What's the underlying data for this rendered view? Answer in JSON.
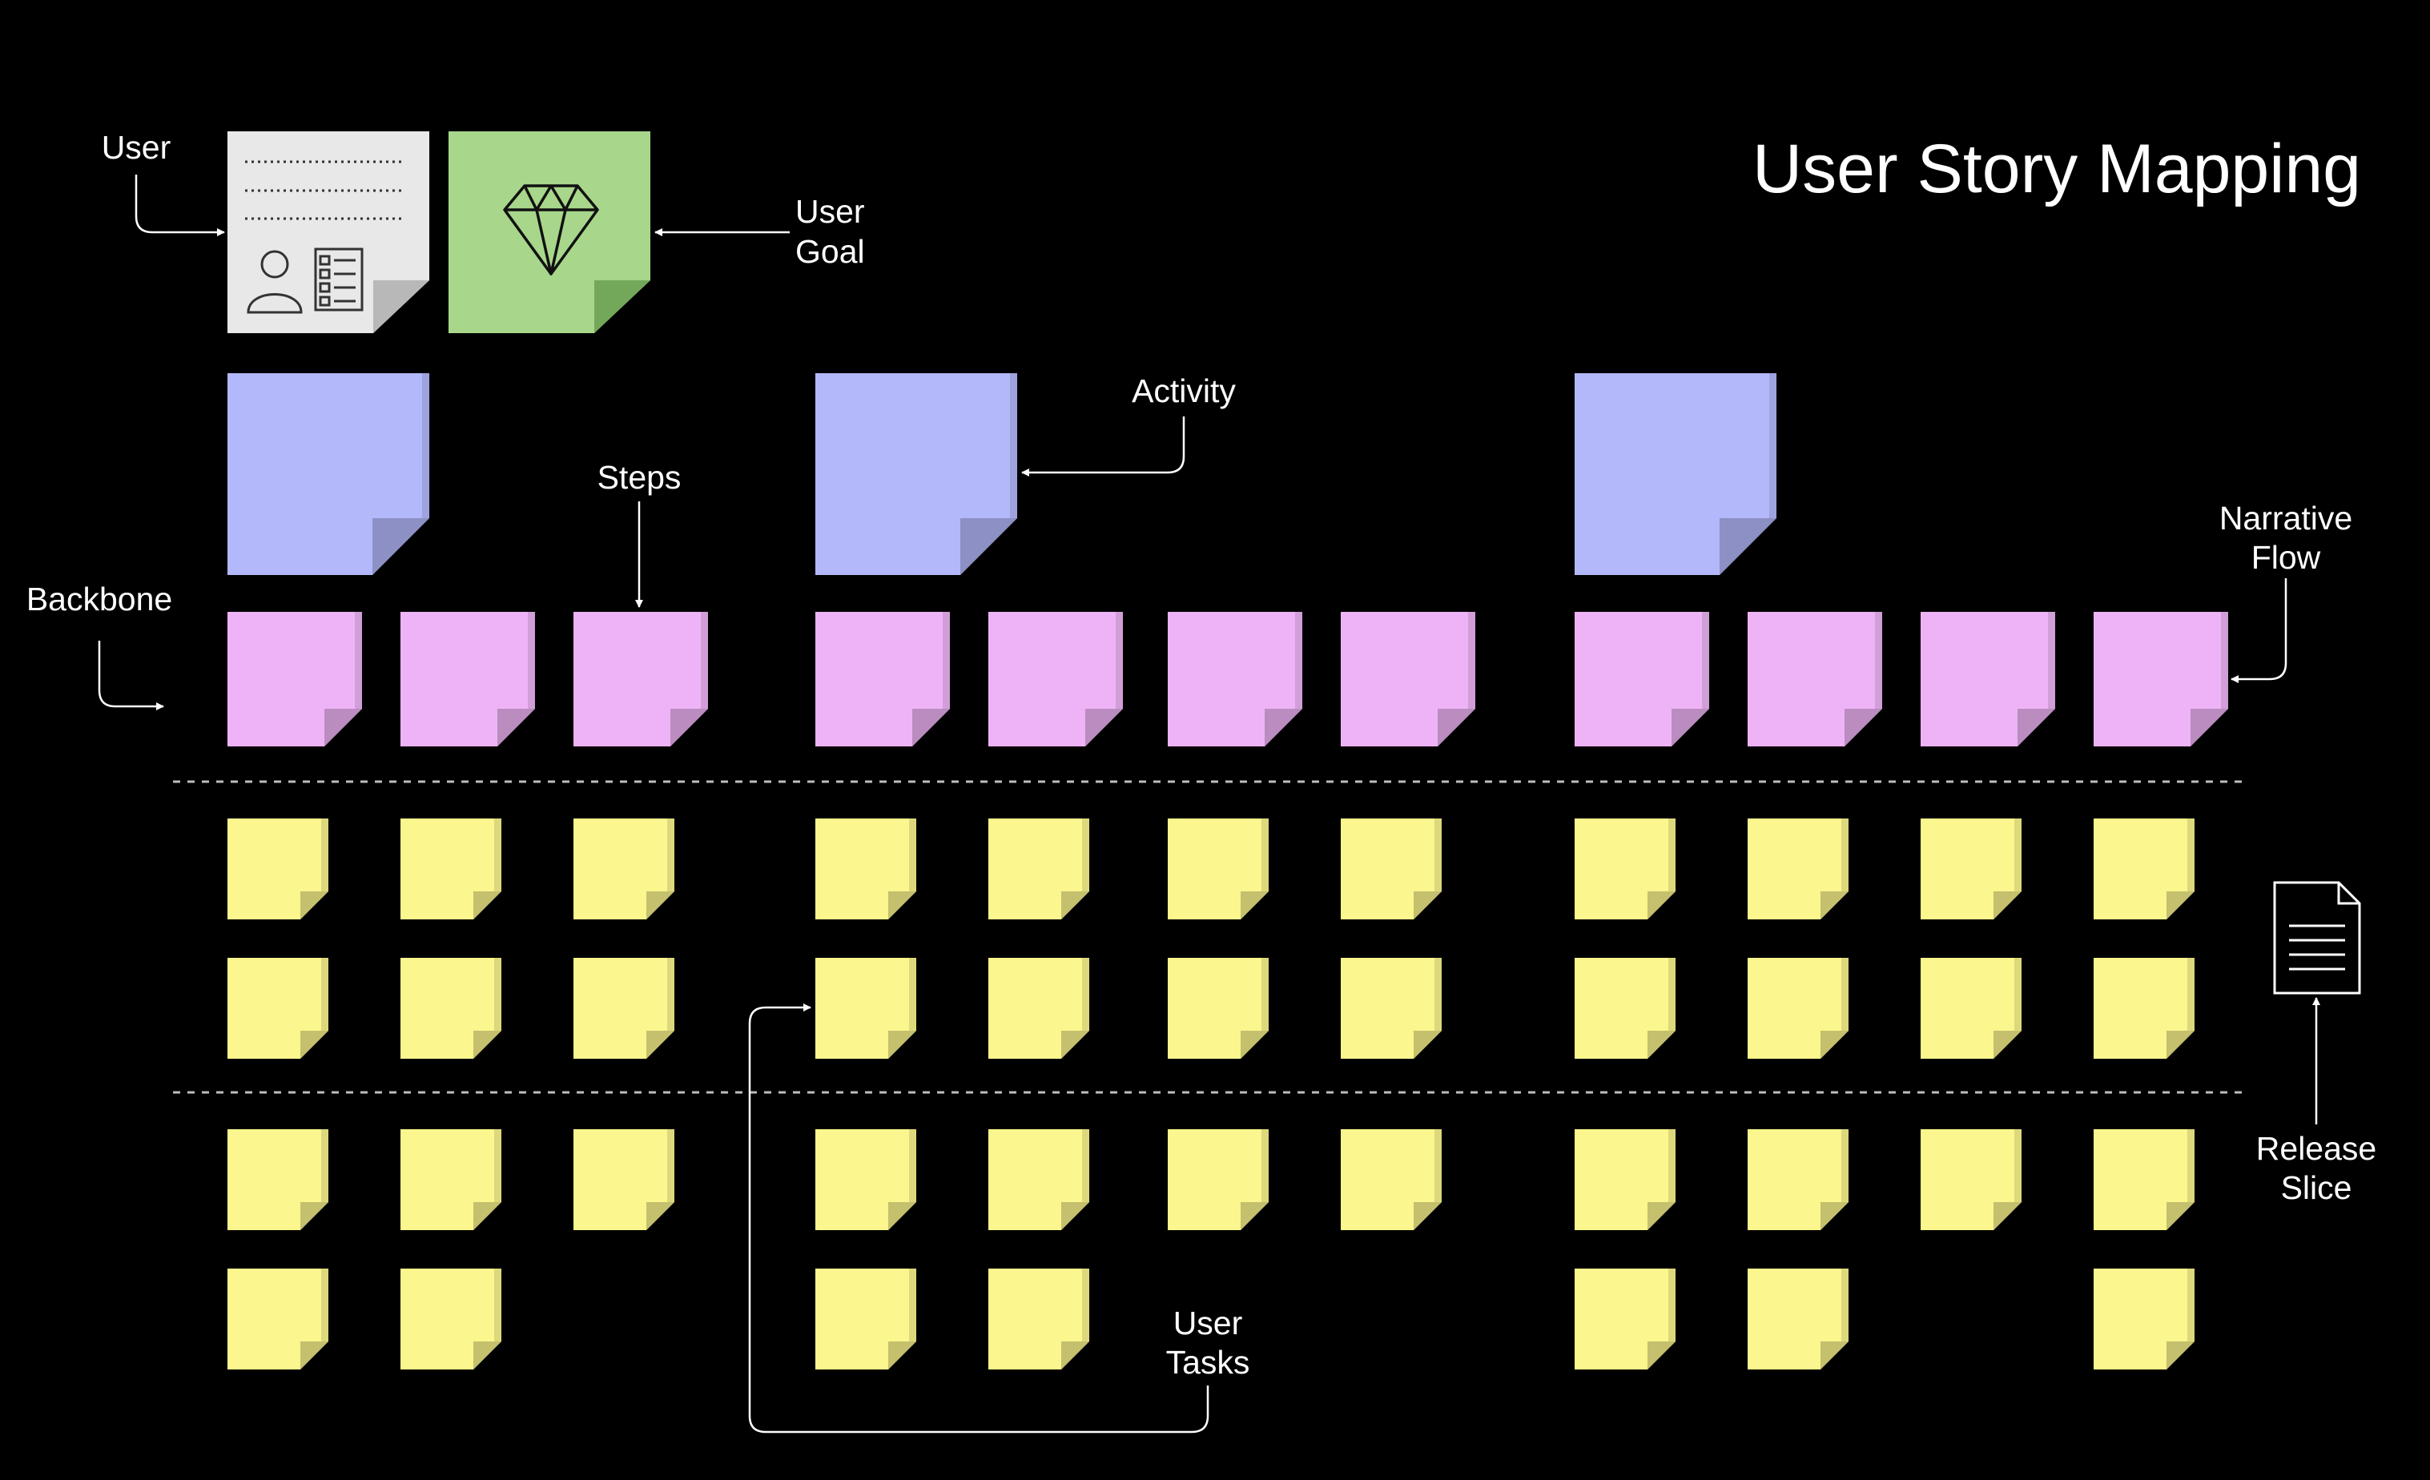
{
  "title": "User Story Mapping",
  "labels": {
    "user": "User",
    "user_goal": [
      "User",
      "Goal"
    ],
    "activity": "Activity",
    "steps": "Steps",
    "backbone": "Backbone",
    "narrative_flow": [
      "Narrative",
      "Flow"
    ],
    "release_slice": [
      "Release",
      "Slice"
    ],
    "user_tasks": [
      "User",
      "Tasks"
    ]
  },
  "colors": {
    "background": "#000000",
    "user_card": "#e8e8e8",
    "goal_card": "#a8d68a",
    "activity_card": "#b3b8fb",
    "step_card": "#eeb3f6",
    "task_card": "#fbf68d"
  },
  "icons": [
    "person-icon",
    "checklist-icon",
    "diamond-icon",
    "document-icon"
  ],
  "activities": [
    {
      "steps": 3,
      "tasks_per_step": [
        4,
        4,
        3
      ]
    },
    {
      "steps": 4,
      "tasks_per_step": [
        4,
        4,
        3,
        3
      ]
    },
    {
      "steps": 4,
      "tasks_per_step": [
        4,
        4,
        3,
        4
      ]
    }
  ]
}
